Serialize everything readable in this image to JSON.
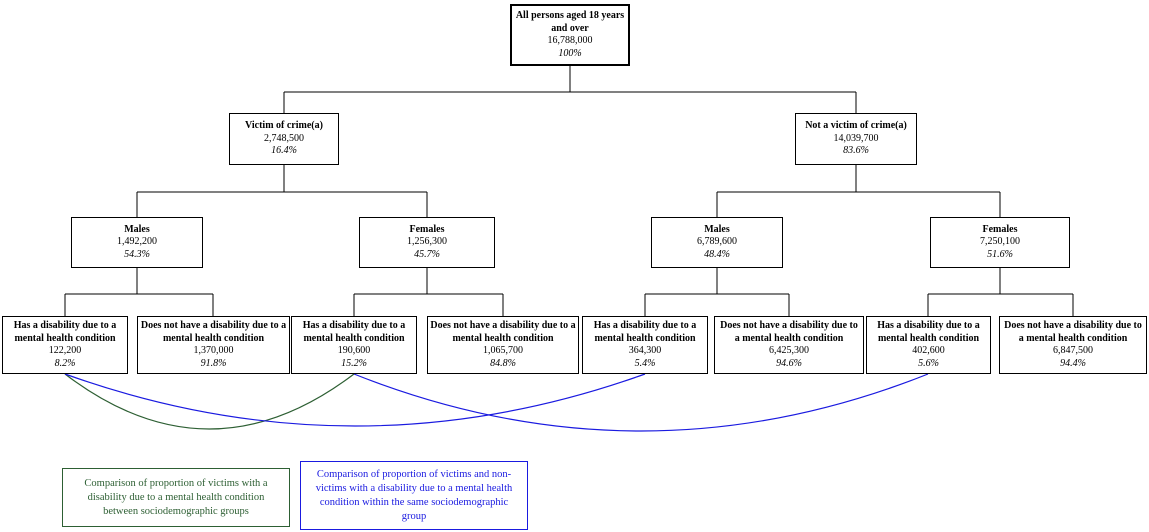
{
  "nodes": {
    "root": {
      "title": "All persons aged 18 years and over",
      "value": "16,788,000",
      "percent": "100%"
    },
    "victim": {
      "title": "Victim of crime(a)",
      "value": "2,748,500",
      "percent": "16.4%"
    },
    "not_victim": {
      "title": "Not a victim of crime(a)",
      "value": "14,039,700",
      "percent": "83.6%"
    },
    "victim_males": {
      "title": "Males",
      "value": "1,492,200",
      "percent": "54.3%"
    },
    "victim_females": {
      "title": "Females",
      "value": "1,256,300",
      "percent": "45.7%"
    },
    "nonvictim_males": {
      "title": "Males",
      "value": "6,789,600",
      "percent": "48.4%"
    },
    "nonvictim_females": {
      "title": "Females",
      "value": "7,250,100",
      "percent": "51.6%"
    },
    "victim_males_dis": {
      "title": "Has a disability due to a mental health condition",
      "value": "122,200",
      "percent": "8.2%"
    },
    "victim_males_nodis": {
      "title": "Does not have a disability due to a mental health condition",
      "value": "1,370,000",
      "percent": "91.8%"
    },
    "victim_females_dis": {
      "title": "Has a disability due to a mental health condition",
      "value": "190,600",
      "percent": "15.2%"
    },
    "victim_females_nodis": {
      "title": "Does not have a disability due to a mental health condition",
      "value": "1,065,700",
      "percent": "84.8%"
    },
    "nonvictim_males_dis": {
      "title": "Has a disability due to a mental health condition",
      "value": "364,300",
      "percent": "5.4%"
    },
    "nonvictim_males_nodis": {
      "title": "Does not have a disability due to a mental health condition",
      "value": "6,425,300",
      "percent": "94.6%"
    },
    "nonvictim_females_dis": {
      "title": "Has a disability due to a mental health condition",
      "value": "402,600",
      "percent": "5.6%"
    },
    "nonvictim_females_nodis": {
      "title": "Does not have a disability due to a mental health condition",
      "value": "6,847,500",
      "percent": "94.4%"
    }
  },
  "legend": {
    "between_groups": "Comparison of proportion of victims with a disability due to a mental health condition between sociodemographic groups",
    "within_group": "Comparison of proportion of victims and non-victims with a disability due to a mental health condition within the same sociodemographic group"
  },
  "colors": {
    "between_groups_green": "#2d5f33",
    "within_group_blue": "#1a1ae0",
    "tree_line_black": "#000000"
  }
}
